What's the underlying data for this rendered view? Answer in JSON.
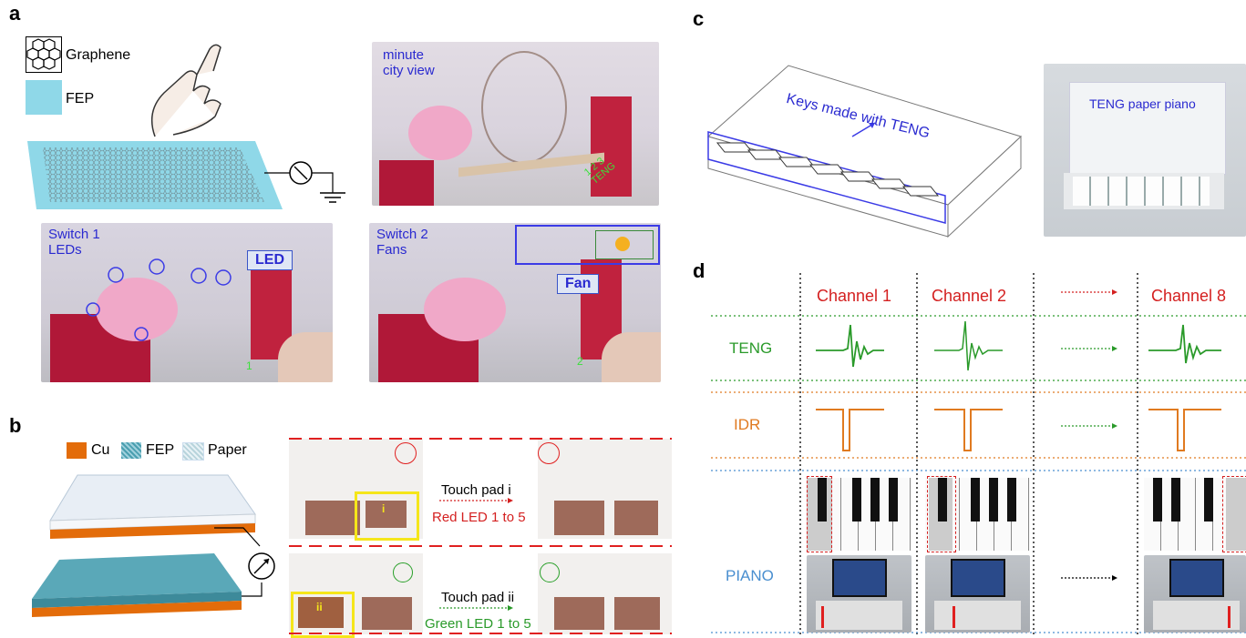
{
  "panels": {
    "a": "a",
    "b": "b",
    "c": "c",
    "d": "d"
  },
  "panel_a": {
    "legend_graphene": "Graphene",
    "legend_fep": "FEP",
    "photo1_label": "minute\ncity view",
    "photo1_teng": "1 2 3\nTENG",
    "photo2_label": "Switch 1\nLEDs",
    "photo2_box": "LED",
    "photo2_num": "1",
    "photo3_label": "Switch 2\nFans",
    "photo3_box": "Fan",
    "photo3_num": "2"
  },
  "panel_b": {
    "legend_cu": "Cu",
    "legend_fep": "FEP",
    "legend_paper": "Paper",
    "row1_top": "Touch pad i",
    "row1_bottom": "Red LED 1 to 5",
    "row1_pad": "i",
    "row2_top": "Touch pad ii",
    "row2_bottom": "Green LED 1 to 5",
    "row2_pad": "ii"
  },
  "panel_c": {
    "keys_label": "Keys made with TENG",
    "photo_label": "TENG paper piano"
  },
  "panel_d": {
    "channels": [
      "Channel 1",
      "Channel 2",
      "Channel 8"
    ],
    "rows": [
      "TENG",
      "IDR",
      "PIANO"
    ]
  },
  "colors": {
    "blue_label": "#2a2ad0",
    "teng_green": "#2a9a2a",
    "idr_orange": "#e07a20",
    "channel_red": "#d42020",
    "piano_blue": "#4a8fd0"
  }
}
